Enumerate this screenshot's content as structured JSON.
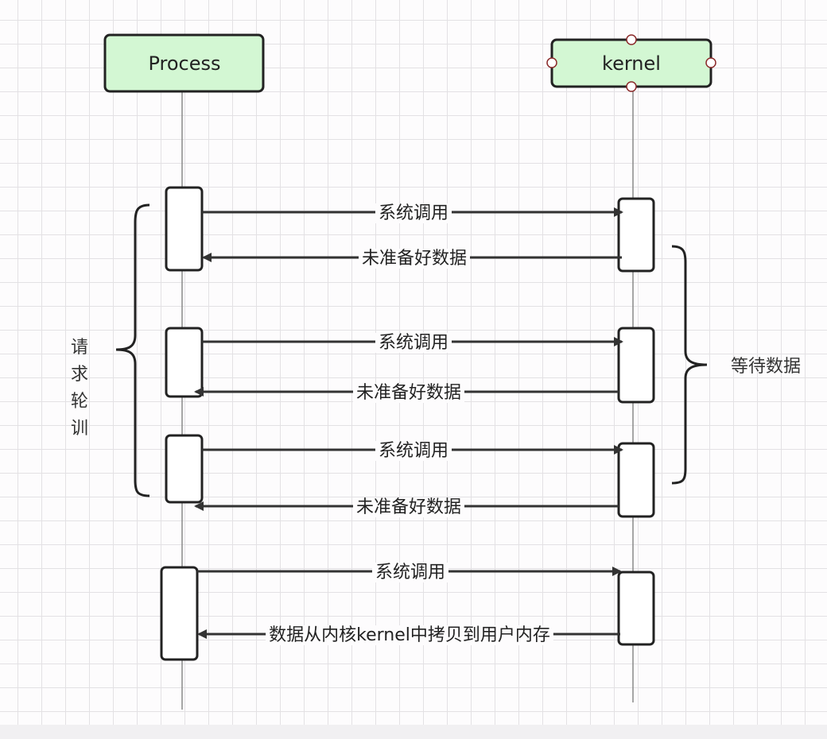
{
  "diagram": {
    "type": "sequence",
    "colors": {
      "participant_fill": "#d3f7d3",
      "stroke": "#222222",
      "lifeline": "#888888",
      "handle_stroke": "#8b2a2a",
      "text": "#222222"
    },
    "participants": [
      {
        "id": "process",
        "label": "Process",
        "selected": false
      },
      {
        "id": "kernel",
        "label": "kernel",
        "selected": true
      }
    ],
    "messages": [
      {
        "from": "process",
        "to": "kernel",
        "label": "系统调用"
      },
      {
        "from": "kernel",
        "to": "process",
        "label": "未准备好数据"
      },
      {
        "from": "process",
        "to": "kernel",
        "label": "系统调用"
      },
      {
        "from": "kernel",
        "to": "process",
        "label": "未准备好数据"
      },
      {
        "from": "process",
        "to": "kernel",
        "label": "系统调用"
      },
      {
        "from": "kernel",
        "to": "process",
        "label": "未准备好数据"
      },
      {
        "from": "process",
        "to": "kernel",
        "label": "系统调用"
      },
      {
        "from": "kernel",
        "to": "process",
        "label": "数据从内核kernel中拷贝到用户内存"
      }
    ],
    "annotations": [
      {
        "side": "left",
        "label": "请求轮训",
        "covers": "process requests 1-3"
      },
      {
        "side": "right",
        "label": "等待数据",
        "covers": "kernel responses 1-3"
      }
    ]
  }
}
